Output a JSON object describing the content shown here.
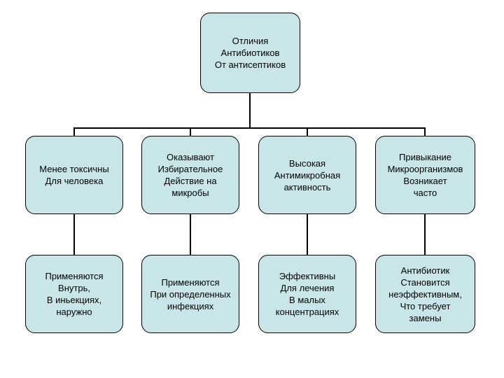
{
  "diagram": {
    "root": {
      "text": "Отличия\nАнтибиотиков\nОт антисептиков"
    },
    "row1": [
      {
        "text": "Менее токсичны\nДля человека"
      },
      {
        "text": "Оказывают\nИзбирательное\nДействие на\nмикробы"
      },
      {
        "text": "Высокая\nАнтимикробная\nактивность"
      },
      {
        "text": "Привыкание\nМикроорганизмов\nВозникает\nчасто"
      }
    ],
    "row2": [
      {
        "text": "Применяются\nВнутрь,\nВ иньекциях,\nнаружно"
      },
      {
        "text": "Применяются\nПри определенных\nинфекциях"
      },
      {
        "text": "Эффективны\nДля лечения\nВ малых\nконцентрациях"
      },
      {
        "text": "Антибиотик\nСтановится\nнеэффективным,\nЧто требует\nзамены"
      }
    ],
    "colors": {
      "box_fill": "#c8e6e8",
      "box_border": "#000000",
      "connector": "#000000"
    }
  }
}
